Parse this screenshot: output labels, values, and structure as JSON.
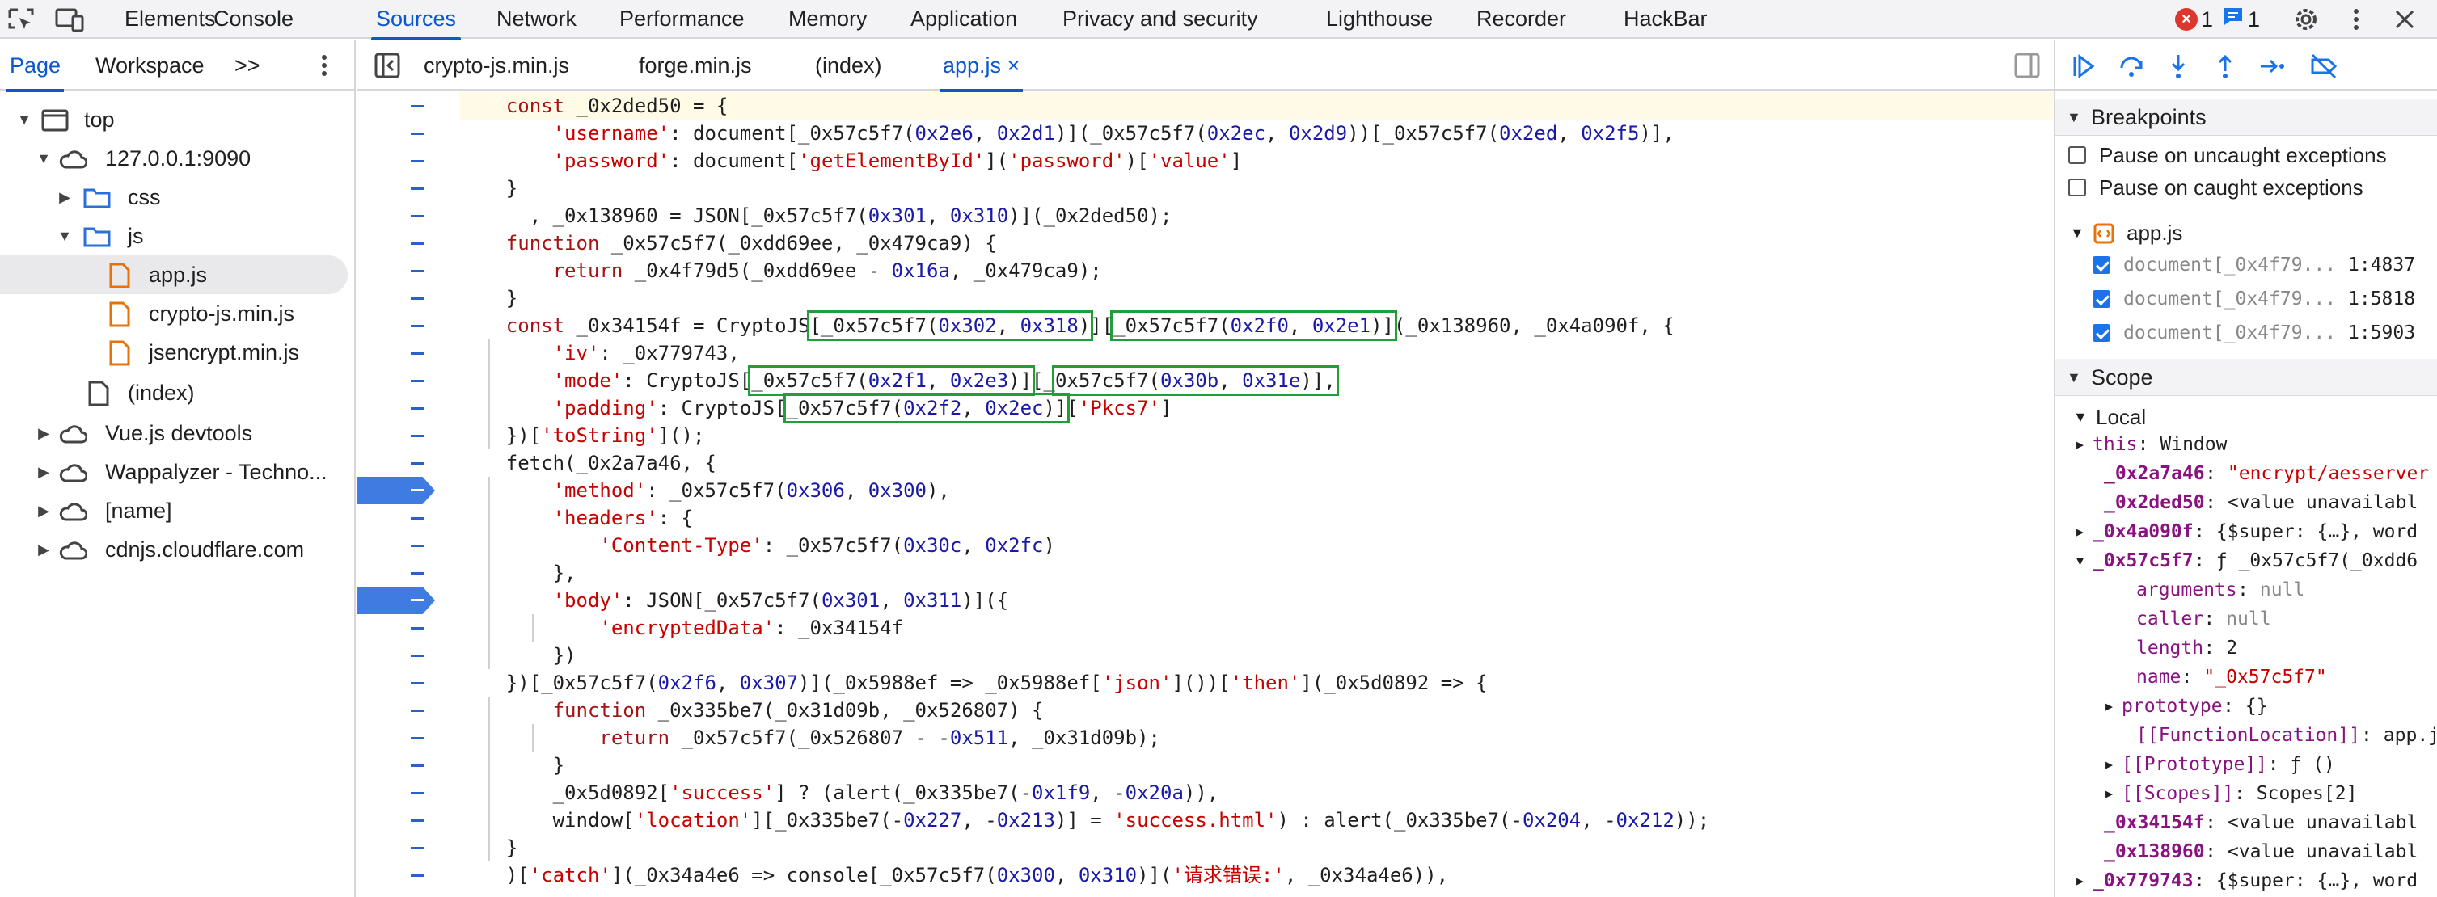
{
  "topbar": {
    "tabs": [
      "Elements",
      "Console",
      "Sources",
      "Network",
      "Performance",
      "Memory",
      "Application",
      "Privacy and security",
      "Lighthouse",
      "Recorder",
      "HackBar"
    ],
    "active": "Sources",
    "errors": "1",
    "messages": "1"
  },
  "navigator": {
    "tabs": [
      "Page",
      "Workspace"
    ],
    "more": ">>",
    "tree": [
      {
        "label": "top",
        "icon": "frame-icon"
      },
      {
        "label": "127.0.0.1:9090",
        "icon": "cloud-icon"
      },
      {
        "label": "css",
        "icon": "folder-icon"
      },
      {
        "label": "js",
        "icon": "folder-icon"
      },
      {
        "label": "app.js",
        "icon": "file-js-icon"
      },
      {
        "label": "crypto-js.min.js",
        "icon": "file-js-icon"
      },
      {
        "label": "jsencrypt.min.js",
        "icon": "file-js-icon"
      },
      {
        "label": "(index)",
        "icon": "file-icon"
      },
      {
        "label": "Vue.js devtools",
        "icon": "cloud-icon"
      },
      {
        "label": "Wappalyzer - Techno...",
        "icon": "cloud-icon"
      },
      {
        "label": "[name]",
        "icon": "cloud-icon"
      },
      {
        "label": "cdnjs.cloudflare.com",
        "icon": "cloud-icon"
      }
    ]
  },
  "editor": {
    "file_tabs": [
      "crypto-js.min.js",
      "forge.min.js",
      "(index)",
      "app.js"
    ],
    "active_tab": "app.js",
    "close_glyph": "×",
    "lines": [
      "    const _0x2ded50 = {",
      "        'username': document[_0x57c5f7(0x2e6, 0x2d1)](_0x57c5f7(0x2ec, 0x2d9))[_0x57c5f7(0x2ed, 0x2f5)],",
      "        'password': document['getElementById']('password')['value']",
      "    }",
      "      , _0x138960 = JSON[_0x57c5f7(0x301, 0x310)](_0x2ded50);",
      "    function _0x57c5f7(_0xdd69ee, _0x479ca9) {",
      "        return _0x4f79d5(_0xdd69ee - 0x16a, _0x479ca9);",
      "    }",
      "    const _0x34154f = CryptoJS[_0x57c5f7(0x302, 0x318)][_0x57c5f7(0x2f0, 0x2e1)](_0x138960, _0x4a090f, {",
      "        'iv': _0x779743,",
      "        'mode': CryptoJS[_0x57c5f7(0x2f1, 0x2e3)][_0x57c5f7(0x30b, 0x31e)],",
      "        'padding': CryptoJS[_0x57c5f7(0x2f2, 0x2ec)]['Pkcs7']",
      "    })['toString']();",
      "    fetch(_0x2a7a46, {",
      "        'method': _0x57c5f7(0x306, 0x300),",
      "        'headers': {",
      "            'Content-Type': _0x57c5f7(0x30c, 0x2fc)",
      "        },",
      "        'body': JSON[_0x57c5f7(0x301, 0x311)]({",
      "            'encryptedData': _0x34154f",
      "        })",
      "    })[_0x57c5f7(0x2f6, 0x307)](_0x5988ef => _0x5988ef['json']())['then'](_0x5d0892 => {",
      "        function _0x335be7(_0x31d09b, _0x526807) {",
      "            return _0x57c5f7(_0x526807 - -0x511, _0x31d09b);",
      "        }",
      "        _0x5d0892['success'] ? (alert(_0x335be7(-0x1f9, -0x20a)),",
      "        window['location'][_0x335be7(-0x227, -0x213)] = 'success.html') : alert(_0x335be7(-0x204, -0x212));",
      "    }",
      "    )['catch'](_0x34a4e6 => console[_0x57c5f7(0x300, 0x310)]('请求错误:', _0x34a4e6)),"
    ]
  },
  "debugger": {
    "breakpoints_title": "Breakpoints",
    "pause_uncaught": "Pause on uncaught exceptions",
    "pause_caught": "Pause on caught exceptions",
    "bp_file": "app.js",
    "bp_items": [
      {
        "text": "document[_0x4f79...",
        "loc": "1:4837"
      },
      {
        "text": "document[_0x4f79...",
        "loc": "1:5818"
      },
      {
        "text": "document[_0x4f79...",
        "loc": "1:5903"
      }
    ],
    "scope_title": "Scope",
    "local_title": "Local",
    "scope_rows": [
      {
        "name": "this",
        "value": "Window"
      },
      {
        "name": "_0x2a7a46",
        "value": "\"encrypt/aesserver"
      },
      {
        "name": "_0x2ded50",
        "value": "<value unavailabl"
      },
      {
        "name": "_0x4a090f",
        "value": "{$super: {…}, word"
      },
      {
        "name": "_0x57c5f7",
        "value": "ƒ _0x57c5f7(_0xdd6"
      },
      {
        "name": "arguments",
        "value": "null"
      },
      {
        "name": "caller",
        "value": "null"
      },
      {
        "name": "length",
        "value": "2"
      },
      {
        "name": "name",
        "value": "\"_0x57c5f7\""
      },
      {
        "name": "prototype",
        "value": "{}"
      },
      {
        "name": "[[FunctionLocation]]",
        "value": "app.j"
      },
      {
        "name": "[[Prototype]]",
        "value": "ƒ ()"
      },
      {
        "name": "[[Scopes]]",
        "value": "Scopes[2]"
      },
      {
        "name": "_0x34154f",
        "value": "<value unavailabl"
      },
      {
        "name": "_0x138960",
        "value": "<value unavailabl"
      },
      {
        "name": "_0x779743",
        "value": "{$super: {…}, word"
      }
    ]
  }
}
